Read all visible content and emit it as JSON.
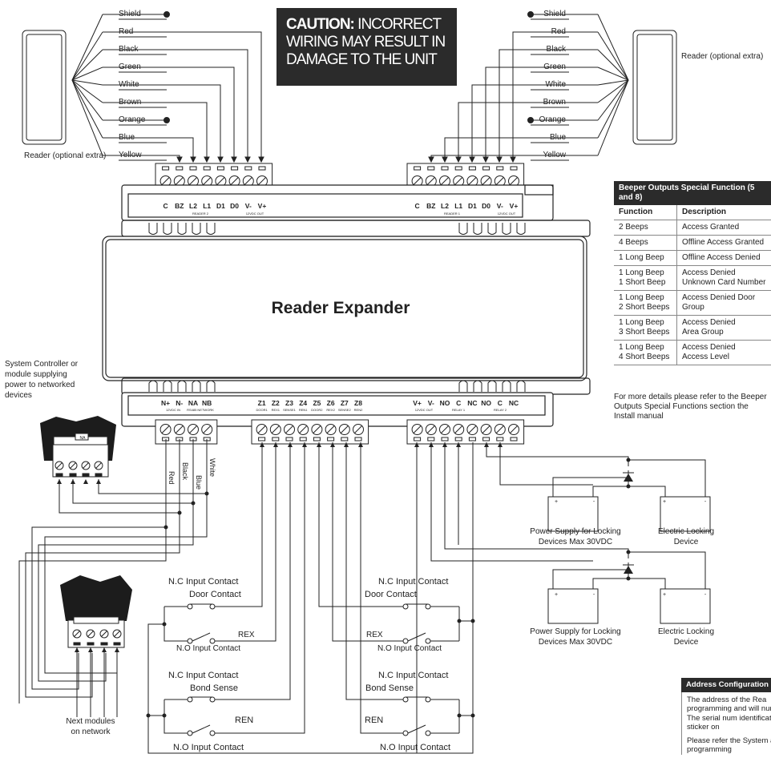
{
  "caution": {
    "bold": "CAUTION:",
    "text": " INCORRECT WIRING MAY RESULT IN DAMAGE TO THE UNIT"
  },
  "reader_left": {
    "label": "Reader (optional extra)"
  },
  "reader_right": {
    "label": "Reader (optional extra)"
  },
  "wires": [
    "Shield",
    "Red",
    "Black",
    "Green",
    "White",
    "Brown",
    "Orange",
    "Blue",
    "Yellow"
  ],
  "top_terminals": {
    "left": {
      "labels": [
        "C",
        "BZ",
        "L2",
        "L1",
        "D1",
        "D0",
        "V-",
        "V+"
      ],
      "sub_reader": "READER 2",
      "sub_out": "12VDC OUT"
    },
    "right": {
      "labels": [
        "C",
        "BZ",
        "L2",
        "L1",
        "D1",
        "D0",
        "V-",
        "V+"
      ],
      "sub_reader": "READER 1",
      "sub_out": "12VDC OUT"
    }
  },
  "device_title": "Reader Expander",
  "bottom_terminals": {
    "network": {
      "labels": [
        "N+",
        "N-",
        "NA",
        "NB"
      ],
      "sub": [
        "12VDC IN",
        "RS485 NETWORK"
      ]
    },
    "zones": {
      "labels": [
        "Z1",
        "Z2",
        "Z3",
        "Z4",
        "Z5",
        "Z6",
        "Z7",
        "Z8"
      ],
      "sub": [
        "DOOR1",
        "REX1",
        "SENSE1",
        "REN1",
        "DOOR2",
        "REX2",
        "SENSE2",
        "REN2"
      ]
    },
    "relays": {
      "labels": [
        "V+",
        "V-",
        "NO",
        "C",
        "NC",
        "NO",
        "C",
        "NC"
      ],
      "sub": [
        "12VDC OUT",
        "RELAY 1",
        "RELAY 2"
      ]
    }
  },
  "network_wires": [
    "Red",
    "Black",
    "Blue",
    "White"
  ],
  "system_controller": "System Controller or module supplying power to networked devices",
  "na_label": "NA",
  "next_modules": "Next modules on network",
  "contacts": {
    "left": {
      "nc1": "N.C Input Contact",
      "door": "Door Contact",
      "rex": "REX",
      "no1": "N.O Input Contact",
      "nc2": "N.C Input Contact",
      "bond": "Bond Sense",
      "ren": "REN",
      "no2": "N.O Input Contact"
    },
    "right": {
      "nc1": "N.C Input Contact",
      "door": "Door Contact",
      "rex": "REX",
      "no1": "N.O Input Contact",
      "nc2": "N.C Input Contact",
      "bond": "Bond Sense",
      "ren": "REN",
      "no2": "N.O Input Contact"
    }
  },
  "power": {
    "supply_line1": "Power Supply for Locking",
    "supply_line2": "Devices Max 30VDC",
    "lock_line1": "Electric Locking",
    "lock_line2": "Device",
    "plus": "+",
    "minus": "-"
  },
  "beeper": {
    "title": "Beeper Outputs Special Function (5 and 8)",
    "col_function": "Function",
    "col_description": "Description",
    "rows": [
      {
        "f": "2 Beeps",
        "d": "Access Granted"
      },
      {
        "f": "4 Beeps",
        "d": "Offline Access Granted"
      },
      {
        "f": "1 Long Beep",
        "d": "Offline Access Denied"
      },
      {
        "f": "1 Long Beep\n1 Short Beep",
        "d": "Access Denied\nUnknown Card Number"
      },
      {
        "f": "1 Long Beep\n2 Short Beeps",
        "d": "Access Denied Door\nGroup"
      },
      {
        "f": "1 Long Beep\n3 Short Beeps",
        "d": "Access Denied\nArea Group"
      },
      {
        "f": "1 Long Beep\n4 Short Beeps",
        "d": "Access Denied\nAccess Level"
      }
    ],
    "note": "For more details please refer to the Beeper Outputs Special Functions section the Install manual"
  },
  "address": {
    "title": "Address Configuration",
    "p1": "The address of the Rea programming and will number. The serial num identification sticker on",
    "p2": "Please refer the System address programming"
  }
}
